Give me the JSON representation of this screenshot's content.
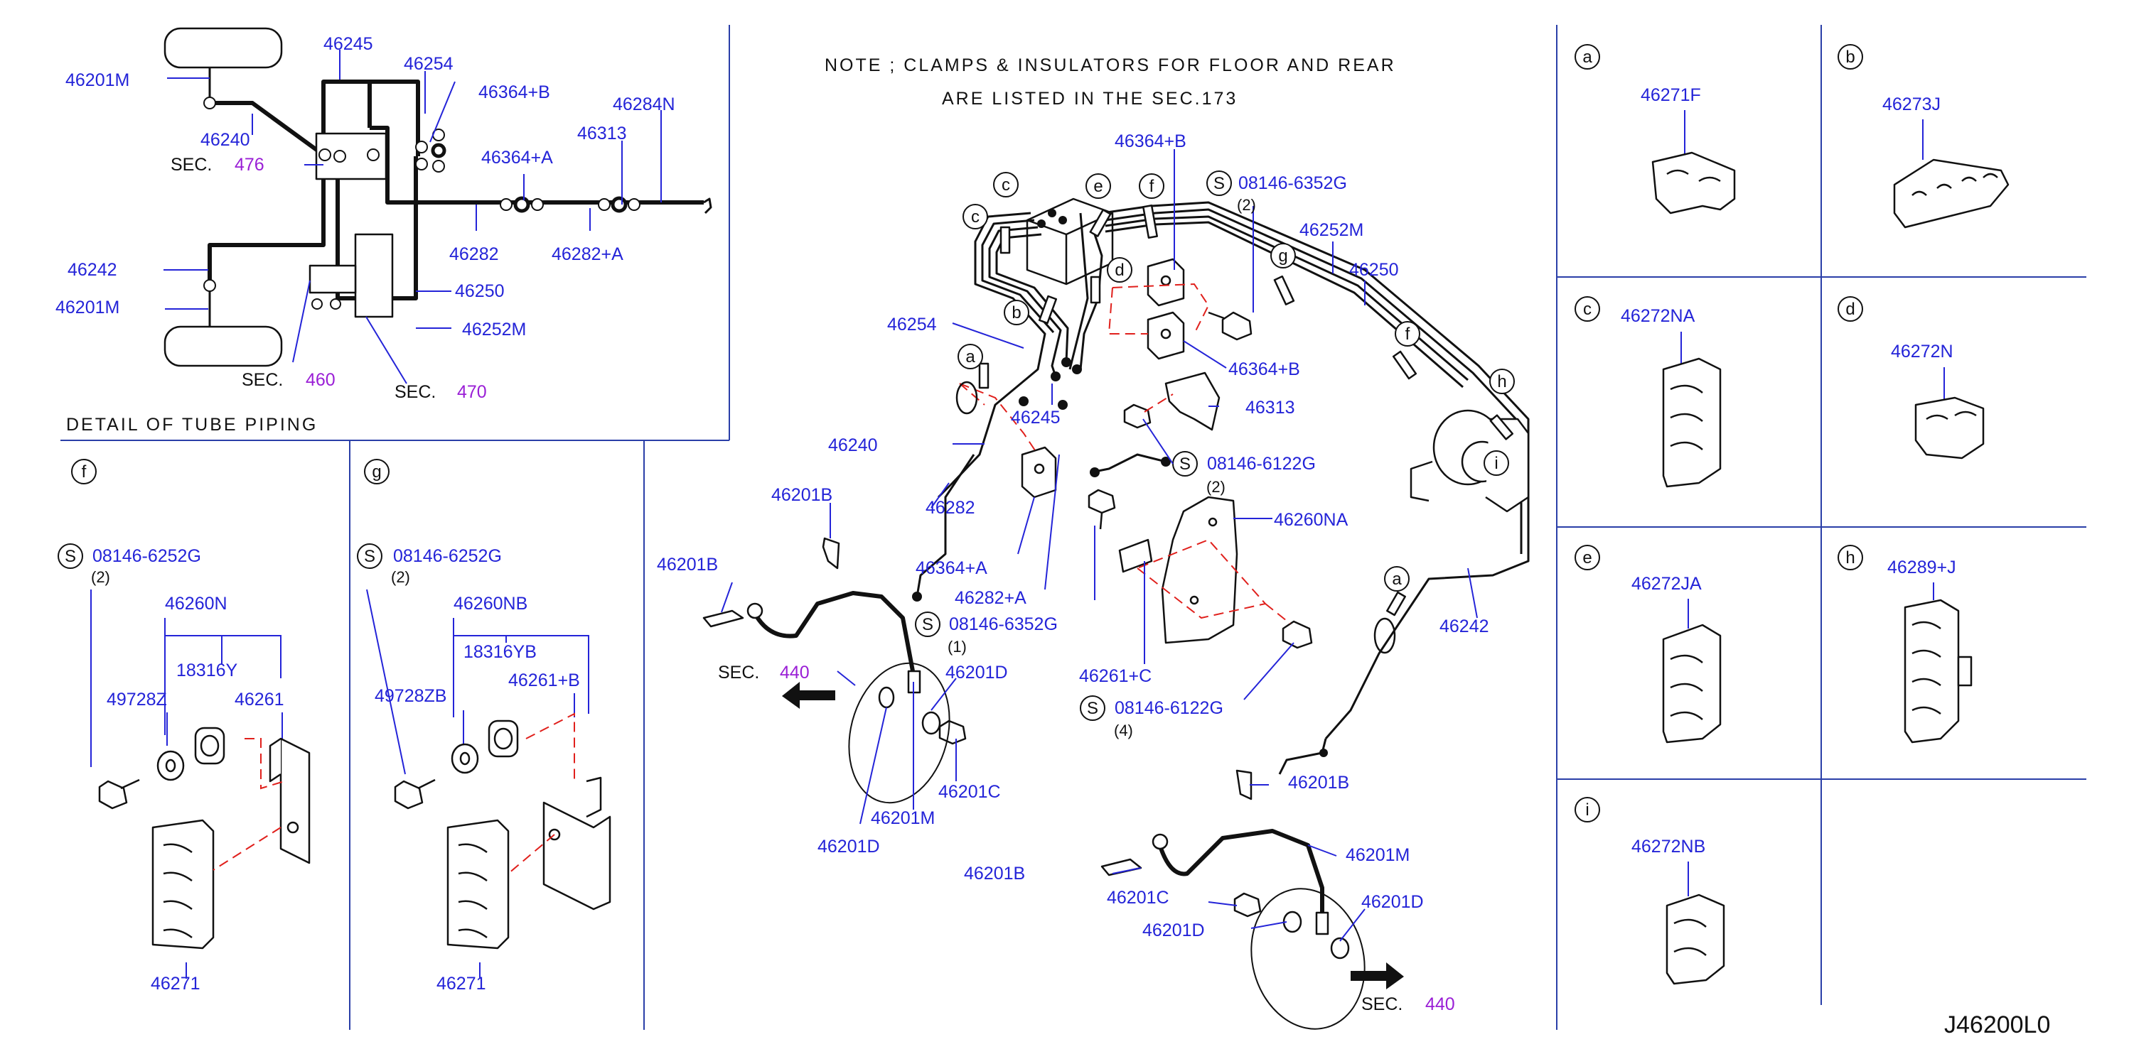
{
  "note": {
    "line1": "NOTE ; CLAMPS & INSULATORS FOR FLOOR AND REAR",
    "line2": "ARE LISTED IN THE SEC.173"
  },
  "detail_title": "DETAIL OF TUBE PIPING",
  "diagram_code": "J46200L0",
  "sec_prefix": "SEC.",
  "sec_refs": {
    "s476": "476",
    "s460": "460",
    "s470": "470",
    "s440": "440"
  },
  "s_symbol": "S",
  "view_letters": {
    "a": "a",
    "b": "b",
    "c": "c",
    "d": "d",
    "e": "e",
    "f": "f",
    "g": "g",
    "h": "h",
    "i": "i"
  },
  "detail_labels": {
    "p46245": "46245",
    "p46254": "46254",
    "p46201M_top": "46201M",
    "p46364B": "46364+B",
    "p46284N": "46284N",
    "p46240": "46240",
    "p46313": "46313",
    "p46364A": "46364+A",
    "p46282": "46282",
    "p46282A": "46282+A",
    "p46242": "46242",
    "p46201M_bot": "46201M",
    "p46250": "46250",
    "p46252M": "46252M"
  },
  "panel_f": {
    "bolt": "08146-6252G",
    "qty": "(2)",
    "bracket": "46260N",
    "grommet": "18316Y",
    "washer": "49728Z",
    "clip": "46261",
    "clamp": "46271"
  },
  "panel_g": {
    "bolt": "08146-6252G",
    "qty": "(2)",
    "bracket": "46260NB",
    "grommet": "18316YB",
    "washer": "49728ZB",
    "clip": "46261+B",
    "clamp": "46271"
  },
  "main_labels": {
    "p46364B_top": "46364+B",
    "bolt_6352": "08146-6352G",
    "qty_6352": "(2)",
    "p46252M": "46252M",
    "p46250": "46250",
    "p46254": "46254",
    "p46364B_mid": "46364+B",
    "p46313": "46313",
    "p46245": "46245",
    "p46240": "46240",
    "bolt_6122": "08146-6122G",
    "qty_6122": "(2)",
    "p46282": "46282",
    "p46260NA": "46260NA",
    "p46201B_1": "46201B",
    "p46201B_2": "46201B",
    "p46364A": "46364+A",
    "p46282A": "46282+A",
    "bolt_6352b": "08146-6352G",
    "qty_6352b": "(1)",
    "p46201D_1": "46201D",
    "p46242": "46242",
    "p46261C": "46261+C",
    "bolt_6122b": "08146-6122G",
    "qty_6122b": "(4)",
    "p46201C_1": "46201C",
    "p46201M_1": "46201M",
    "p46201D_2": "46201D",
    "p46201B_3": "46201B",
    "p46201M_2": "46201M",
    "p46201B_4": "46201B",
    "p46201C_2": "46201C",
    "p46201D_3": "46201D",
    "p46201D_4": "46201D"
  },
  "clip_panels": [
    {
      "letter": "a",
      "part": "46271F"
    },
    {
      "letter": "b",
      "part": "46273J"
    },
    {
      "letter": "c",
      "part": "46272NA"
    },
    {
      "letter": "d",
      "part": "46272N"
    },
    {
      "letter": "e",
      "part": "46272JA"
    },
    {
      "letter": "h",
      "part": "46289+J"
    },
    {
      "letter": "i",
      "part": "46272NB"
    }
  ]
}
